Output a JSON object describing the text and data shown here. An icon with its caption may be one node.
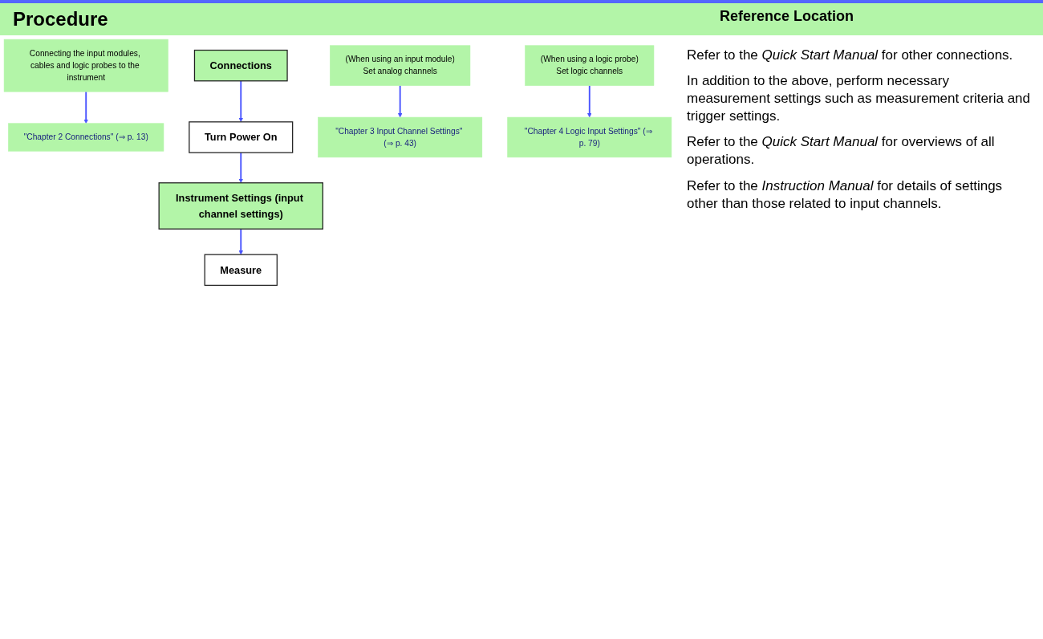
{
  "diagram": {
    "nodes": [
      {
        "text": [
          "Connections"
        ]
      },
      {
        "text": [
          "Connecting the input modules, cables and logic probes to the instrument"
        ]
      },
      {
        "text": [
          "\"Chapter 2 Connections\" (⇒ p. 13)"
        ]
      },
      {
        "text": [
          "Turn Power On"
        ]
      },
      {
        "text": [
          "Instrument Settings (input channel settings)"
        ]
      },
      {
        "text": [
          "(When using an input module)",
          "Set analog channels"
        ]
      },
      {
        "text": [
          "\"Chapter 3 Input Channel Settings\" (⇒ p. 43)"
        ]
      },
      {
        "text": [
          "(When using a logic probe)",
          "Set logic channels"
        ]
      },
      {
        "text": [
          "\"Chapter 4 Logic Input Settings\" (⇒ p. 79)"
        ]
      },
      {
        "text": [
          "Measure"
        ]
      }
    ],
    "edges": [
      {
        "from": 0,
        "to": 3,
        "arrow": "to"
      },
      {
        "from": 3,
        "to": 4,
        "arrow": "to"
      },
      {
        "from": 4,
        "to": 9,
        "arrow": "to"
      },
      {
        "from": 1,
        "to": 2,
        "arrow": "to"
      },
      {
        "from": 5,
        "to": 6,
        "arrow": "to"
      },
      {
        "from": 7,
        "to": 8,
        "arrow": "to"
      }
    ],
    "labels": [
      "Procedure",
      "Reference Location",
      "Refer to the *Quick Start Manual* for other connections.",
      "In addition to the above, perform necessary measurement settings such as measurement criteria and trigger settings.",
      "Refer to the *Quick Start Manual* for overviews of all operations.",
      "Refer to the *Instruction Manual* for details of settings other than those related to input channels."
    ]
  }
}
